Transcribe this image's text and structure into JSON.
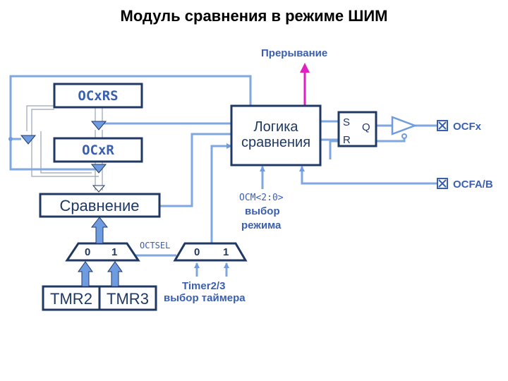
{
  "title": "Модуль сравнения в режиме ШИМ",
  "colors": {
    "wire": "#7fa7e0",
    "arrow": "#6f9be0",
    "box_border": "#1f3864",
    "interrupt": "#e020c0",
    "label_blue": "#3a5fb0"
  },
  "blocks": {
    "ocxrs": "OCxRS",
    "ocxr": "OCxR",
    "compare": "Сравнение",
    "logic_line1": "Логика",
    "logic_line2": "сравнения",
    "sr_s": "S",
    "sr_r": "R",
    "sr_q": "Q",
    "tmr2": "TMR2",
    "tmr3": "TMR3"
  },
  "mux": {
    "left_in0": "0",
    "left_in1": "1",
    "right_in0": "0",
    "right_in1": "1",
    "octsel": "OCTSEL"
  },
  "signals": {
    "interrupt": "Прерывание",
    "ocfx": "OCFx",
    "ocfab": "OCFA/B",
    "ocm": "OCM<2:0>",
    "mode_line1": "выбор",
    "mode_line2": "режима",
    "timer_line1": "Timer2/3",
    "timer_line2": "выбор таймера"
  }
}
